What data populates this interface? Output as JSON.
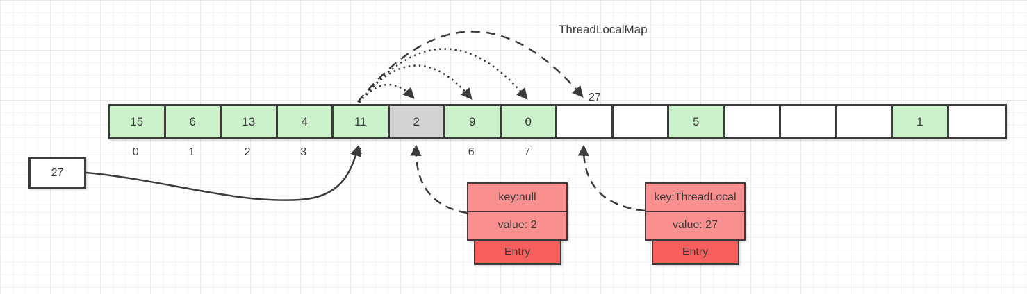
{
  "title": "ThreadLocalMap",
  "colors": {
    "green": "#ccf2cc",
    "gray": "#d3d3d3",
    "white": "#ffffff",
    "salmon": "#f98f8f",
    "red": "#f75f5f",
    "stroke": "#3b3b3b"
  },
  "array": {
    "cells": [
      {
        "value": "15",
        "fill": "green"
      },
      {
        "value": "6",
        "fill": "green"
      },
      {
        "value": "13",
        "fill": "green"
      },
      {
        "value": "4",
        "fill": "green"
      },
      {
        "value": "11",
        "fill": "green"
      },
      {
        "value": "2",
        "fill": "gray"
      },
      {
        "value": "9",
        "fill": "green"
      },
      {
        "value": "0",
        "fill": "green"
      },
      {
        "value": "",
        "fill": "white"
      },
      {
        "value": "",
        "fill": "white"
      },
      {
        "value": "5",
        "fill": "green"
      },
      {
        "value": "",
        "fill": "white"
      },
      {
        "value": "",
        "fill": "white"
      },
      {
        "value": "",
        "fill": "white"
      },
      {
        "value": "1",
        "fill": "green"
      },
      {
        "value": "",
        "fill": "white"
      }
    ],
    "index_labels": [
      "0",
      "1",
      "2",
      "3",
      "4",
      "5",
      "6",
      "7"
    ]
  },
  "insert_label": "27",
  "left_box": {
    "value": "27"
  },
  "entries": [
    {
      "key": "key:null",
      "value": "value: 2",
      "label": "Entry"
    },
    {
      "key": "key:ThreadLocal",
      "value": "value: 27",
      "label": "Entry"
    }
  ]
}
